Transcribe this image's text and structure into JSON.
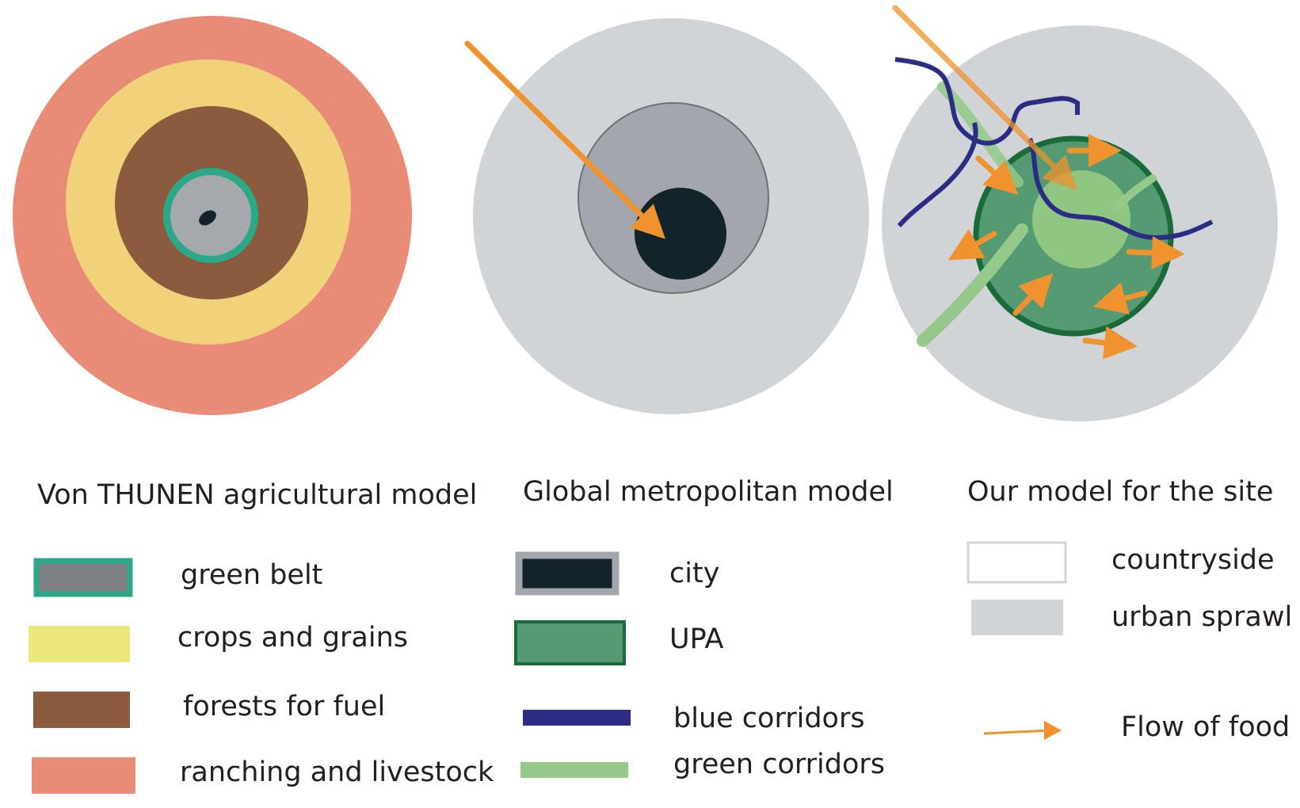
{
  "models": [
    {
      "title": "Von THUNEN agricultural model",
      "legend": [
        {
          "label": "green belt",
          "swatch": "green-belt"
        },
        {
          "label": "crops and grains",
          "swatch": "crops"
        },
        {
          "label": "forests for fuel",
          "swatch": "forests"
        },
        {
          "label": "ranching and livestock",
          "swatch": "ranching"
        }
      ]
    },
    {
      "title": "Global metropolitan model",
      "legend": [
        {
          "label": "city",
          "swatch": "city"
        },
        {
          "label": "UPA",
          "swatch": "upa"
        },
        {
          "label": "blue corridors",
          "swatch": "blue-corridor"
        },
        {
          "label": "green corridors",
          "swatch": "green-corridor"
        }
      ]
    },
    {
      "title": "Our model for the site",
      "legend": [
        {
          "label": "countryside",
          "swatch": "countryside"
        },
        {
          "label": "urban sprawl",
          "swatch": "urban-sprawl"
        },
        {
          "label": "Flow of food",
          "swatch": "food-arrow"
        }
      ]
    }
  ],
  "colors": {
    "ranching": "#e98c77",
    "crops": "#efd27a",
    "crops_legend": "#ebe77a",
    "forests": "#8c5a3d",
    "green_belt": "#2ba888",
    "center_gray": "#a5a8ad",
    "urban_sprawl": "#d1d4d7",
    "metro_ring": "#a3a6ac",
    "city": "#12232a",
    "upa": "#549a72",
    "upa_border": "#1b6b3a",
    "upa_core": "#8fc682",
    "blue_corridor": "#2b2d84",
    "green_corridor": "#94c98a",
    "food_flow": "#f0922d"
  }
}
